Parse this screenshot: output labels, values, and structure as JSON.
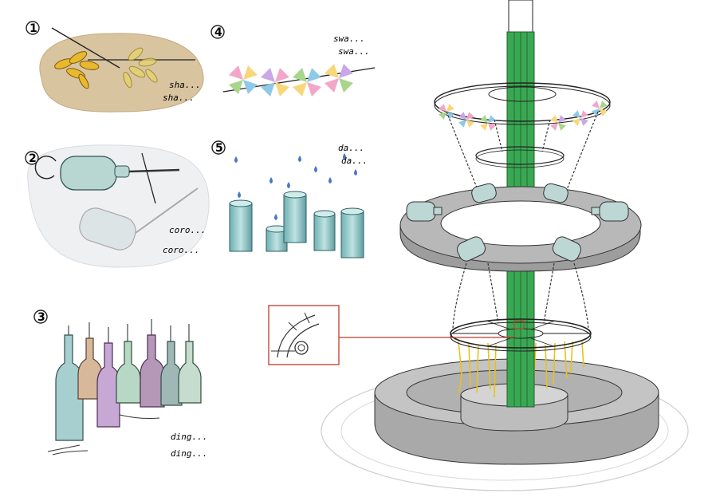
{
  "panels": [
    {
      "number": "1",
      "sound_1": "sha...",
      "sound_2": "sha..."
    },
    {
      "number": "2",
      "sound_1": "coro...",
      "sound_2": "coro..."
    },
    {
      "number": "3",
      "sound_1": "ding...",
      "sound_2": "ding..."
    },
    {
      "number": "4",
      "sound_1": "swa...",
      "sound_2": "swa..."
    },
    {
      "number": "5",
      "sound_1": "da...",
      "sound_2": "da..."
    }
  ],
  "colors": {
    "wheat": "#e8b92c",
    "soil": "#d9c4a0",
    "green_column": "#3aa853",
    "grey_ring": "#b8b8b8",
    "water": "#8ec5c8",
    "callout": "#c0392b"
  },
  "icons": [
    "wheat-icon",
    "bottle-icon",
    "pinwheel-icon",
    "water-drop-icon",
    "tube-icon",
    "detail-callout-icon"
  ]
}
